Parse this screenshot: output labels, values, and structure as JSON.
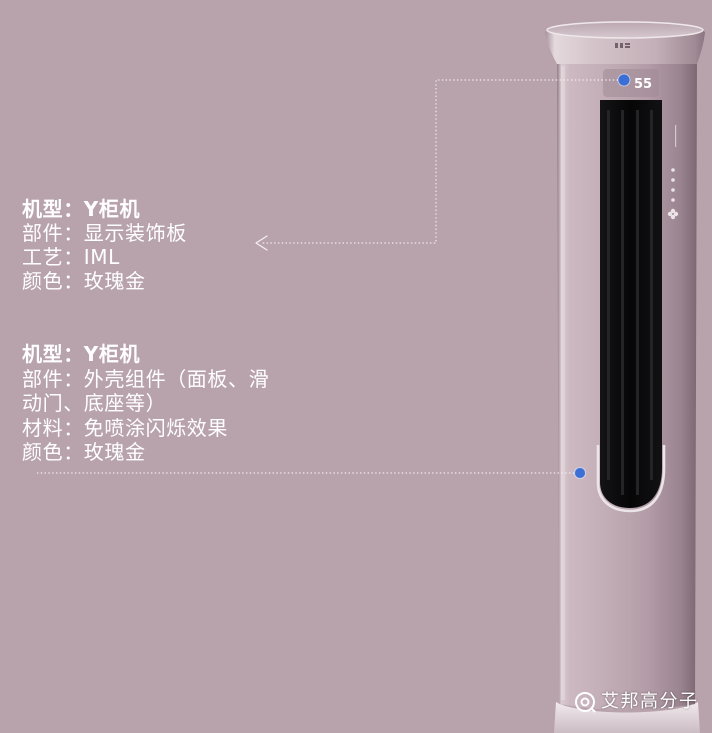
{
  "callout_display": {
    "model": "机型：Y柜机",
    "part": "部件：显示装饰板",
    "process": "工艺：IML",
    "color": "颜色：玫瑰金"
  },
  "callout_shell": {
    "model": "机型：Y柜机",
    "part_line1": "部件：外壳组件（面板、滑",
    "part_line2": "动门、底座等）",
    "material": "材料：免喷涂闪烁效果",
    "color": "颜色：玫瑰金"
  },
  "product": {
    "display_readout": "55"
  },
  "watermark": {
    "text": "艾邦高分子",
    "icon": "wechat-official-account-icon"
  },
  "colors": {
    "background": "#b8a3ad",
    "marker": "#3c6fd6",
    "leader_line": "#f4eff1",
    "text": "#ffffff"
  }
}
